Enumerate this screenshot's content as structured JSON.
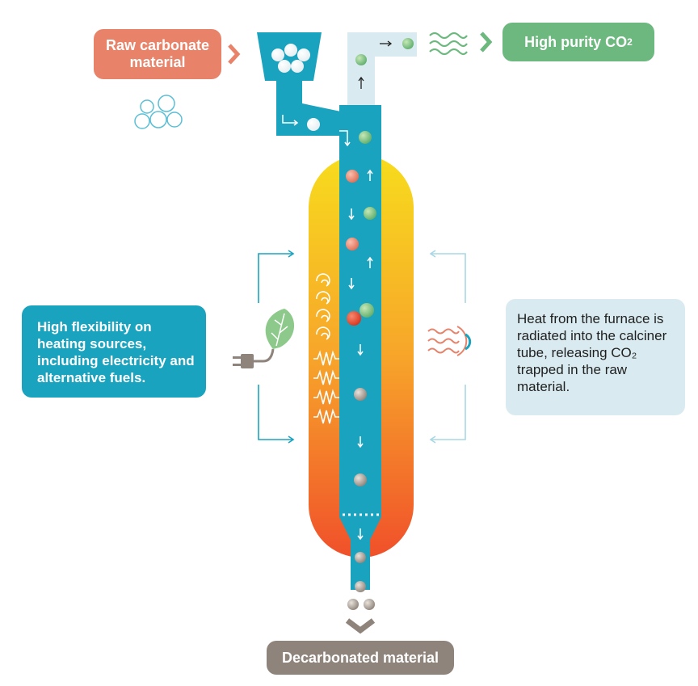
{
  "labels": {
    "raw_carbonate": "Raw carbonate material",
    "high_purity_co2": "High purity CO",
    "co2_subscript": "2",
    "decarbonated": "Decarbonated material",
    "flexibility": "High flexibility on heating sources, including electricity and alternative fuels.",
    "heat_radiated": "Heat from the furnace is radiated into the calciner tube, releasing CO₂ trapped in the raw material."
  },
  "colors": {
    "tube": "#1aa3bf",
    "outlet": "#d9ebf0",
    "furnace_top": "#f7d51e",
    "furnace_bottom": "#f0552a",
    "raw": "#e8836a",
    "co2": "#6cb87e",
    "decarbonated": "#8f847b",
    "heat_box": "#d9ebf0"
  },
  "icons": [
    "arrow-right-icon",
    "wavy-lines-icon",
    "chevron-down-icon",
    "plug-icon",
    "leaf-icon",
    "flame-icon",
    "resistor-icon",
    "heat-radiation-icon"
  ]
}
